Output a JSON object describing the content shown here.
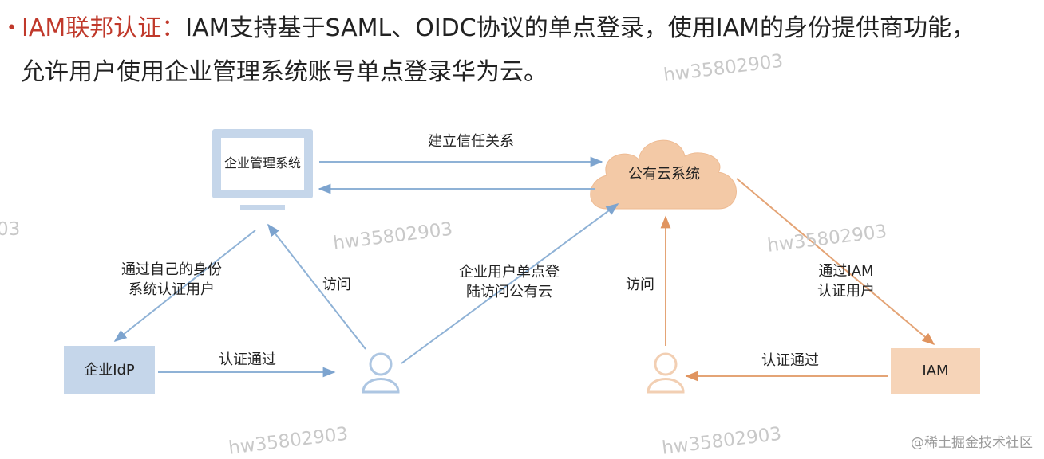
{
  "headline": {
    "bullet": "•",
    "key": "IAM联邦认证：",
    "text_line1": "IAM支持基于SAML、OIDC协议的单点登录，使用IAM的身份提供商功能，",
    "text_line2": "允许用户使用企业管理系统账号单点登录华为云。"
  },
  "diagram": {
    "nodes": {
      "enterprise_system": "企业管理系统",
      "public_cloud": "公有云系统",
      "enterprise_idp": "企业IdP",
      "iam": "IAM"
    },
    "edges": {
      "trust": "建立信任关系",
      "own_identity": [
        "通过自己的身份",
        "系统认证用户"
      ],
      "visit_left": "访问",
      "sso": [
        "企业用户单点登",
        "陆访问公有云"
      ],
      "visit_right": "访问",
      "via_iam": [
        "通过IAM",
        "认证用户"
      ],
      "passed_left": "认证通过",
      "passed_right": "认证通过"
    },
    "colors": {
      "blue": "#8fb2d6",
      "blue_fill": "#c5d6ea",
      "orange": "#e4a476",
      "orange_fill": "#f3c9a6"
    }
  },
  "watermarks": {
    "text": "hw35802903",
    "partial": "03"
  },
  "brand": "@稀土掘金技术社区"
}
